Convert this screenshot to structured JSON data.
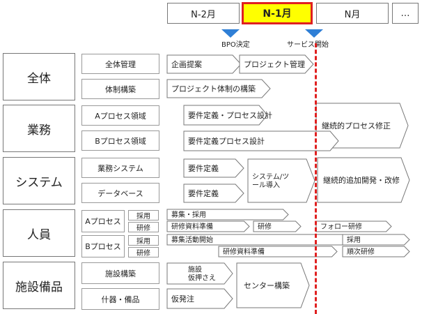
{
  "months": [
    "N-2月",
    "N-1月",
    "N月",
    "…"
  ],
  "milestones": {
    "bpo": "BPO決定",
    "service": "サービス開始"
  },
  "categories": {
    "overall": "全体",
    "business": "業務",
    "system": "システム",
    "personnel": "人員",
    "facilities": "施設備品"
  },
  "subs": {
    "overall_mgmt": "全体管理",
    "org_build": "体制構築",
    "process_a": "Aプロセス領域",
    "process_b": "Bプロセス領域",
    "biz_system": "業務システム",
    "database": "データベース",
    "a_process": "Aプロセス",
    "b_process": "Bプロセス",
    "facility_build": "施設構築",
    "fixtures": "什器・備品"
  },
  "tags": {
    "a_hire": "採用",
    "a_train": "研修",
    "b_hire": "採用",
    "b_train": "研修"
  },
  "tasks": {
    "plan": "企画提案",
    "pm": "プロジェクト管理",
    "org_task": "プロジェクト体制の構築",
    "req_a": "要件定義・プロセス設計",
    "cont_process": "継続的プロセス修正",
    "req_b": "要件定義プロセス設計",
    "req_sys": "要件定義",
    "sys_intro": "システム/ツール導入",
    "cont_dev": "継続的追加開発・改修",
    "req_db": "要件定義",
    "recruit": "募集・採用",
    "train_prep": "研修資料準備",
    "train": "研修",
    "follow": "フォロー研修",
    "recruit_start": "募集活動開始",
    "hire": "採用",
    "train_prep_b": "研修資料準備",
    "seq_train": "順次研修",
    "facility_secure": "施設仮押さえ",
    "center_build": "センター構築",
    "prov_order": "仮発注"
  }
}
